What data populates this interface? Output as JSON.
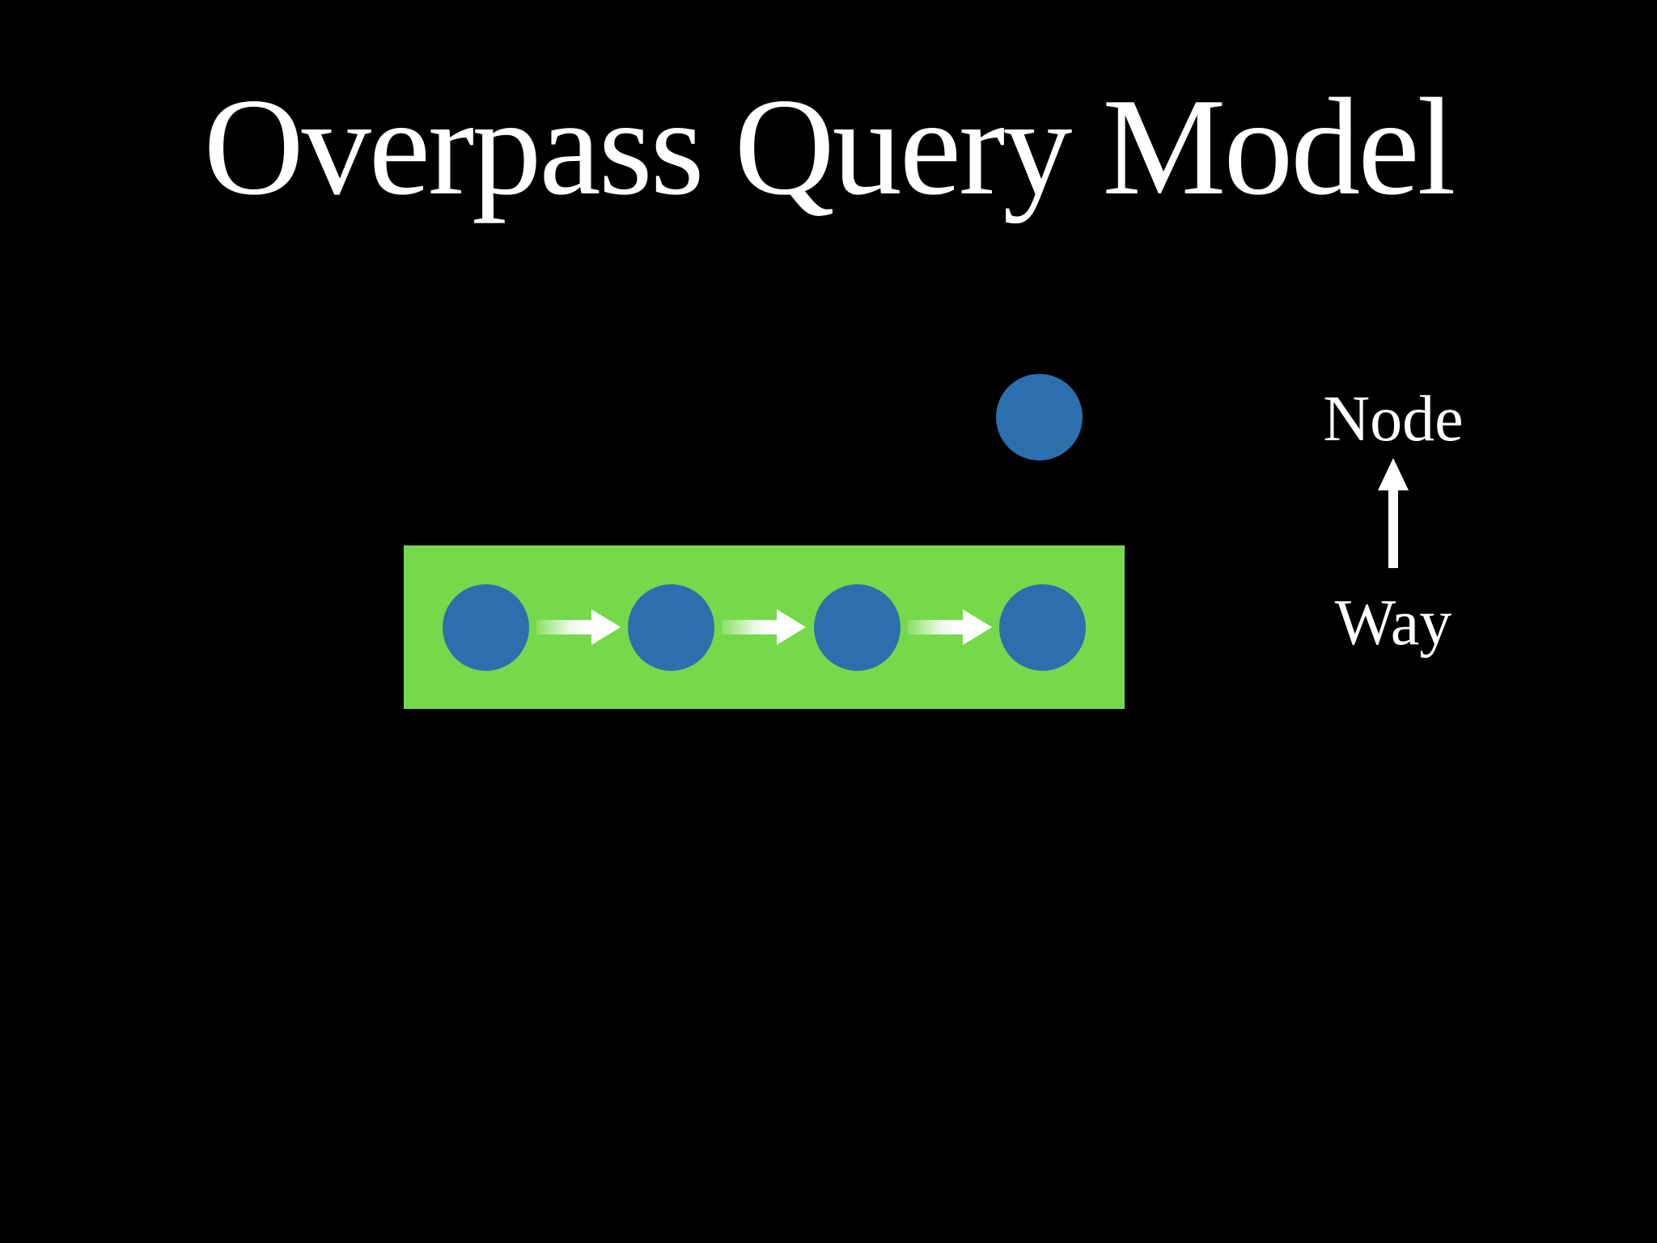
{
  "slide": {
    "title": "Overpass Query Model",
    "background_color": "#000000",
    "text_color": "#ffffff"
  },
  "diagram": {
    "way_box_color": "#76d94c",
    "node_color": "#2b70ad",
    "arrow_color": "#ffffff",
    "nodes_in_way": 4,
    "standalone_nodes": 1
  },
  "legend": {
    "node_label": "Node",
    "way_label": "Way"
  }
}
